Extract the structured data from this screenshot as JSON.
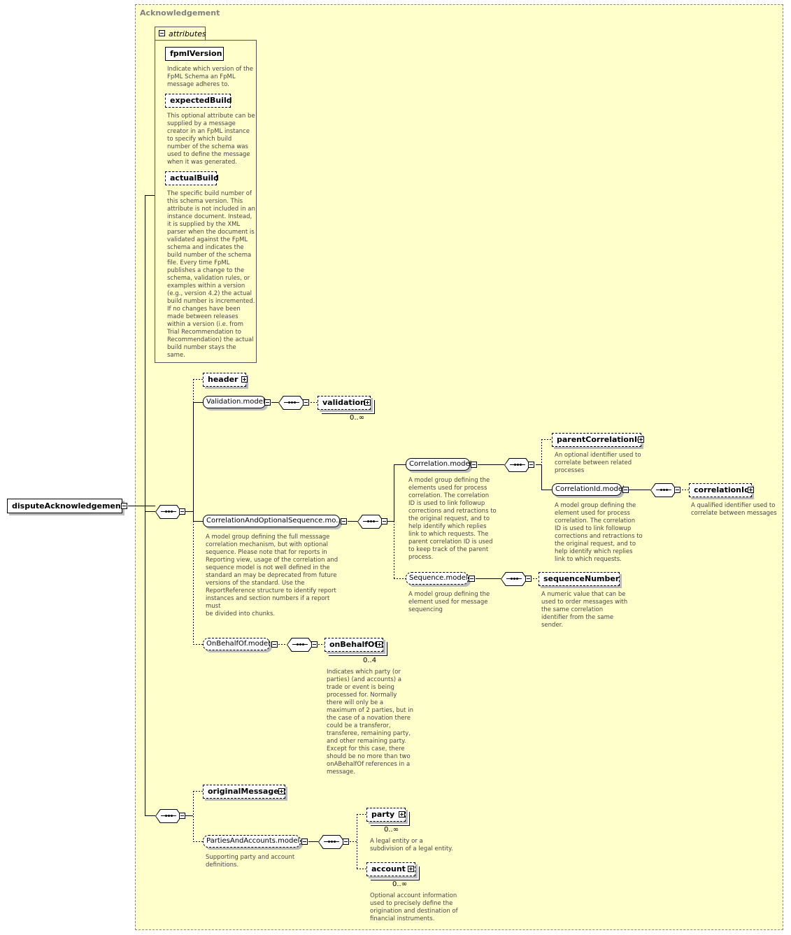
{
  "frame": {
    "title": "Acknowledgement"
  },
  "root": {
    "label": "disputeAcknowledgement"
  },
  "attributes": {
    "tab_label": "attributes",
    "items": [
      {
        "name": "fpmlVersion",
        "doc": [
          "Indicate which version of the",
          "FpML Schema an FpML",
          "message adheres to."
        ]
      },
      {
        "name": "expectedBuild",
        "doc": [
          "This optional attribute can be",
          "supplied by a message",
          "creator in an FpML instance",
          "to specify which build",
          "number of the schema was",
          "used to define the message",
          "when it was generated."
        ]
      },
      {
        "name": "actualBuild",
        "doc": [
          "The specific build number of",
          "this schema version. This",
          "attribute is not included in an",
          "instance document. Instead,",
          "it is supplied by the XML",
          "parser when the document is",
          "validated against the FpML",
          "schema and indicates the",
          "build number of the schema",
          "file. Every time FpML",
          "publishes a change to the",
          "schema, validation rules, or",
          "examples within a version",
          "(e.g., version 4.2) the actual",
          "build number is incremented.",
          "If no changes have been",
          "made between releases",
          "within a version (i.e. from",
          "Trial Recommendation to",
          "Recommendation) the actual",
          "build number stays the",
          "same."
        ]
      }
    ]
  },
  "nodes": {
    "header": "header",
    "validation_model": "Validation.model",
    "validation": "validation",
    "validation_occ": "0..∞",
    "corr_opt_seq": "CorrelationAndOptionalSequence.mo...",
    "corr_opt_seq_doc": [
      "A model group defining the full messsage",
      "correlation mechanism, but with optional",
      "sequence. Please note that for reports in",
      "Reporting view, usage of the correlation and",
      "sequence model is not well defined in the",
      "standard an may be deprecated from future",
      "versions of the standard. Use the",
      "ReportReference structure to identify report",
      "instances and section numbers if a report must",
      "be divided into chunks."
    ],
    "correlation_model": "Correlation.model",
    "correlation_model_doc": [
      "A model group defining the",
      "elements used for process",
      "correlation. The correlation",
      "ID is used to link followup",
      "corrections and retractions to",
      "the original request, and to",
      "help identify which replies",
      "link to which requests. The",
      "parent correlation ID is used",
      "to keep track of the parent",
      "process."
    ],
    "parent_correlation_id": "parentCorrelationId",
    "parent_correlation_id_doc": [
      "An optional identifier used to",
      "correlate between related",
      "processes"
    ],
    "correlation_id_model": "CorrelationId.model",
    "correlation_id_model_doc": [
      "A model group defining the",
      "element used for process",
      "correlation. The correlation",
      "ID is used to link followup",
      "corrections and retractions to",
      "the original request, and to",
      "help identify which replies",
      "link to which requests."
    ],
    "correlation_id": "correlationId",
    "correlation_id_doc": [
      "A qualified identifier used to",
      "correlate between messages"
    ],
    "sequence_model": "Sequence.model",
    "sequence_model_doc": [
      "A model group defining the",
      "element used for message",
      "sequencing"
    ],
    "sequence_number": "sequenceNumber",
    "sequence_number_doc": [
      "A numeric value that can be",
      "used to order messages with",
      "the same correlation",
      "identifier from the same",
      "sender."
    ],
    "on_behalf_of_model": "OnBehalfOf.model",
    "on_behalf_of": "onBehalfOf",
    "on_behalf_of_occ": "0..4",
    "on_behalf_of_doc": [
      "Indicates which party (or",
      "parties) (and accounts) a",
      "trade or event is being",
      "processed for. Normally",
      "there will only be a",
      "maximum of 2 parties, but in",
      "the case of a novation there",
      "could be a transferor,",
      "transferee, remaining party,",
      "and other remaining party.",
      "Except for this case, there",
      "should be no more than two",
      "onABehalfOf references in a",
      "message."
    ],
    "original_message": "originalMessage",
    "parties_accounts_model": "PartiesAndAccounts.model",
    "parties_accounts_model_doc": [
      "Supporting party and account",
      "definitions."
    ],
    "party": "party",
    "party_occ": "0..∞",
    "party_doc": [
      "A legal entity or a",
      "subdivision of a legal entity."
    ],
    "account": "account",
    "account_occ": "0..∞",
    "account_doc": [
      "Optional account information",
      "used to precisely define the",
      "origination and destination of",
      "financial instruments."
    ]
  }
}
